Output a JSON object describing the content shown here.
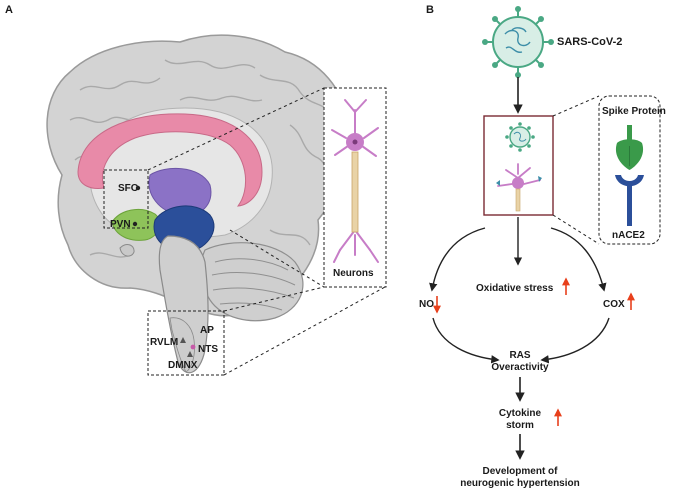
{
  "panel_a": {
    "letter": "A",
    "labels": {
      "sfo": "SFO",
      "pvn": "PVN",
      "neurons": "Neurons",
      "rvlm": "RVLM",
      "ap": "AP",
      "nts": "NTS",
      "dmnx": "DMNX"
    }
  },
  "panel_b": {
    "letter": "B",
    "virus": "SARS-CoV-2",
    "spike_protein": "Spike Protein",
    "nace2": "nACE2",
    "oxidative_stress": "Oxidative stress",
    "no": "NO",
    "cox": "COX",
    "ras_line1": "RAS",
    "ras_line2": "Overactivity",
    "cytokine_line1": "Cytokine",
    "cytokine_line2": "storm",
    "development_line1": "Development of",
    "development_line2": "neurogenic hypertension"
  },
  "colors": {
    "accent_up_down": "#e8401c",
    "virus": "#4aa884",
    "neuron": "#c77dc7",
    "cingulate": "#e88aa8",
    "thalamus_blue": "#2b4f9a",
    "frame": "#7a2a33"
  }
}
